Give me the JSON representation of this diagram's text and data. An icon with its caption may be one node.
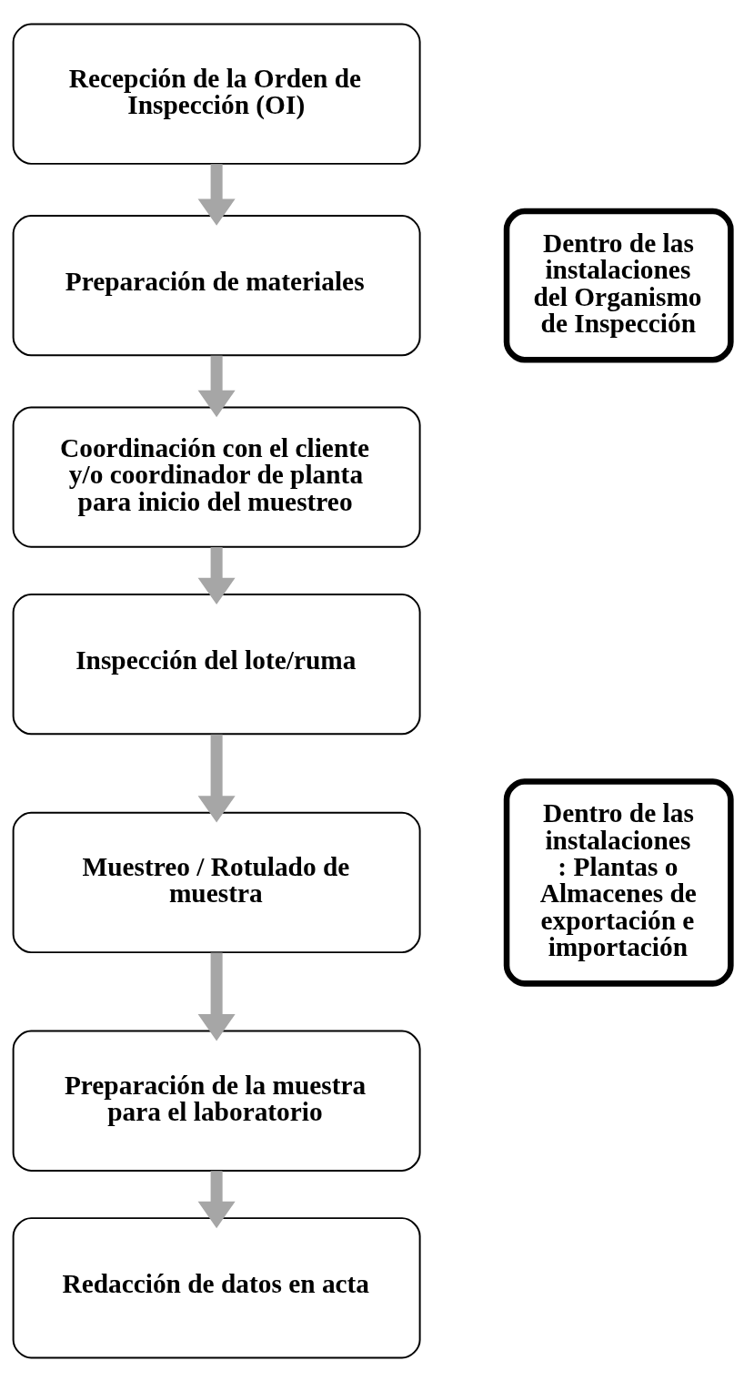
{
  "diagram": {
    "nodes": [
      {
        "text": [
          "Recepción de la Orden de Inspección (OI)"
        ]
      },
      {
        "text": [
          "Preparación de materiales"
        ]
      },
      {
        "text": [
          "Coordinación con el cliente y/o coordinador de planta para inicio del muestreo"
        ]
      },
      {
        "text": [
          "Inspección del lote/ruma"
        ]
      },
      {
        "text": [
          "Muestreo / Rotulado de muestra"
        ]
      },
      {
        "text": [
          "Preparación de la muestra para el laboratorio"
        ]
      },
      {
        "text": [
          "Redacción de datos en acta"
        ]
      },
      {
        "text": [
          "Dentro de las instalaciones del Organismo de Inspección"
        ]
      },
      {
        "text": [
          "Dentro de las instalaciones : Plantas o Almacenes de exportación e importación"
        ]
      }
    ],
    "edges": [
      {
        "from": 0,
        "to": 1,
        "arrow": "to"
      },
      {
        "from": 1,
        "to": 2,
        "arrow": "to"
      },
      {
        "from": 2,
        "to": 3,
        "arrow": "to"
      },
      {
        "from": 3,
        "to": 4,
        "arrow": "to"
      },
      {
        "from": 4,
        "to": 5,
        "arrow": "to"
      },
      {
        "from": 5,
        "to": 6,
        "arrow": "to"
      }
    ]
  }
}
